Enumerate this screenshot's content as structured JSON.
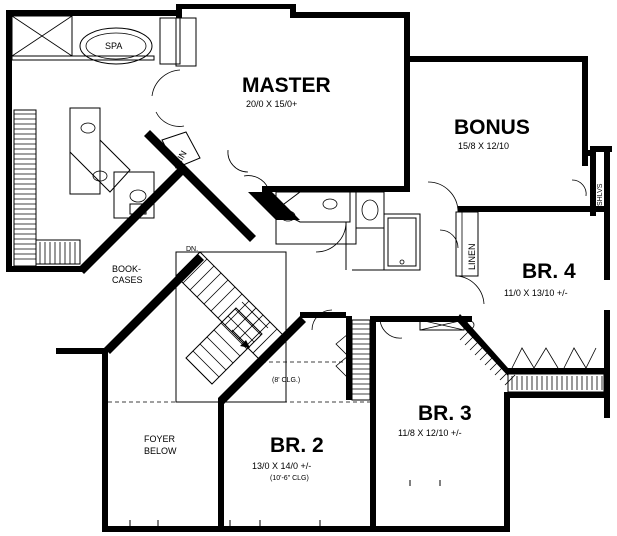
{
  "rooms": {
    "master": {
      "name": "MASTER",
      "dims": "20/0 X 15/0+"
    },
    "bonus": {
      "name": "BONUS",
      "dims": "15/8 X 12/10"
    },
    "br4": {
      "name": "BR. 4",
      "dims": "11/0 X 13/10 +/-"
    },
    "br3": {
      "name": "BR. 3",
      "dims": "11/8 X 12/10 +/-"
    },
    "br2": {
      "name": "BR. 2",
      "dims": "13/0 X 14/0 +/-",
      "ceiling": "(10'-6\" CLG)"
    }
  },
  "labels": {
    "spa": "SPA",
    "lin": "LIN",
    "linen": "LINEN",
    "shlvs": "SHLVS",
    "dn": "DN.",
    "bookcases_line1": "BOOK-",
    "bookcases_line2": "CASES",
    "foyer_line1": "FOYER",
    "foyer_line2": "BELOW",
    "clg8": "(8' CLG.)"
  }
}
